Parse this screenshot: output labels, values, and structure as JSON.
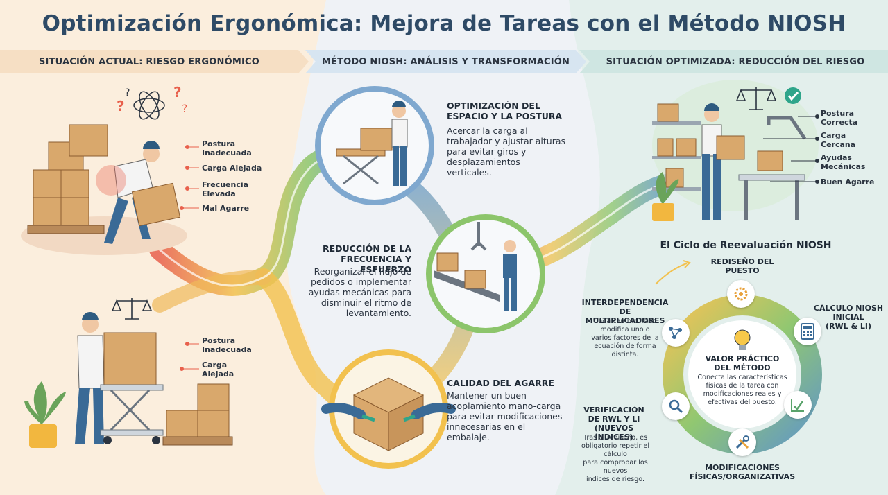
{
  "title": "Optimización Ergonómica: Mejora de Tareas con el Método NIOSH",
  "bands": {
    "left": "SITUACIÓN ACTUAL: RIESGO ERGONÓMICO",
    "middle": "MÉTODO NIOSH: ANÁLISIS Y TRANSFORMACIÓN",
    "right": "SITUACIÓN OPTIMIZADA: REDUCCIÓN DEL RIESGO"
  },
  "left_top_labels": [
    "Postura\nInadecuada",
    "Carga Alejada",
    "Frecuencia\nElevada",
    "Mal Agarre"
  ],
  "left_bottom_labels": [
    "Postura\nInadecuada",
    "Carga\nAlejada"
  ],
  "steps": [
    {
      "title": "OPTIMIZACIÓN DEL\nESPACIO Y LA POSTURA",
      "text": "Acercar la carga al\ntrabajador y ajustar alturas\npara evitar giros y\ndesplazamientos\nverticales."
    },
    {
      "title": "REDUCCIÓN DE LA\nFRECUENCIA Y ESFUERZO",
      "text": "Reorganizar el flujo de\npedidos o implementar\nayudas mecánicas para\ndisminuir el ritmo de\nlevantamiento."
    },
    {
      "title": "CALIDAD DEL AGARRE",
      "text": "Mantener un buen\nacoplamiento mano-carga\npara evitar modificaciones\ninnecesarias en el\nembalaje."
    }
  ],
  "right_labels": [
    "Postura\nCorrecta",
    "Carga\nCercana",
    "Ayudas\nMecánicas",
    "Buen Agarre"
  ],
  "cycle": {
    "title": "El Ciclo de Reevaluación NIOSH",
    "redesign": "REDISEÑO DEL\nPUESTO",
    "calc": "CÁLCULO NIOSH\nINICIAL\n(RWL & LI)",
    "modif": "MODIFICACIONES\nFÍSICAS/ORGANIZATIVAS",
    "verif_title": "VERIFICACIÓN\nDE RWL Y LI\n(NUEVOS ÍNDICES)",
    "verif_text": "Tras el rediseño, es\nobligatorio repetir el cálculo\npara comprobar los nuevos\níndices de riesgo.",
    "inter_title": "INTERDEPENDENCIA\nDE MULTIPLICADORES",
    "inter_text": "Cada cambio físico\nmodifica uno o\nvarios factores de la\necuación de forma\ndistinta.",
    "center_title": "VALOR PRÁCTICO\nDEL MÉTODO",
    "center_text": "Conecta las características\nfísicas de la tarea con\nmodificaciones reales y\nefectivas del puesto."
  },
  "icons": [
    "confusion-icon",
    "scale-icon",
    "checkmark-icon",
    "gear-icon",
    "calculator-icon",
    "chart-check-icon",
    "tools-icon",
    "magnifier-icon",
    "network-icon",
    "lightbulb-icon"
  ],
  "colors": {
    "title": "#2e4a66",
    "left_bg": "#fbeedd",
    "mid_bg": "#e7eef5",
    "right_bg": "#e3efec",
    "risk": "#e8604c",
    "path_yellow": "#f2c14e",
    "path_green": "#8cc56b",
    "path_blue": "#5b93c4"
  }
}
